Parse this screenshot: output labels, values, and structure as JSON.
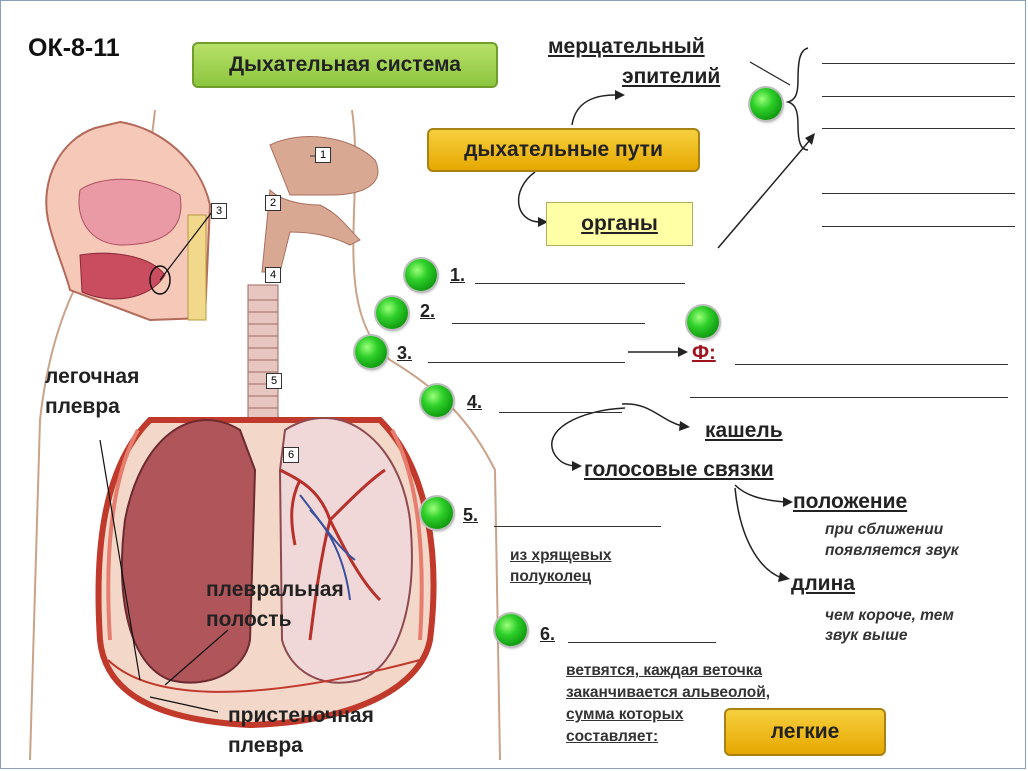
{
  "title": "ОК-8-11",
  "topic": "Дыхательная система",
  "epithelium_label": [
    "мерцательный",
    "эпителий"
  ],
  "airways_box": "дыхательные пути",
  "organs_box": "органы",
  "lungs_box": "легкие",
  "items": [
    {
      "num": "1."
    },
    {
      "num": "2."
    },
    {
      "num": "3."
    },
    {
      "num": "4."
    },
    {
      "num": "5."
    },
    {
      "num": "6."
    }
  ],
  "function_label": "Ф:",
  "cough": "кашель",
  "vocal_cords": "голосовые связки",
  "position": "положение",
  "position_note": [
    "при сближении",
    "появляется звук"
  ],
  "length": "длина",
  "length_note": [
    "чем короче, тем",
    "звук выше"
  ],
  "trachea_note": [
    "из хрящевых",
    "полуколец"
  ],
  "bronchi_note": [
    "ветвятся, каждая веточка",
    "заканчивается альвеолой,",
    "сумма которых",
    "составляет:"
  ],
  "pulmonary_pleura": [
    "легочная",
    "плевра"
  ],
  "pleural_cavity": [
    "плевральная",
    "полость"
  ],
  "parietal_pleura": [
    "пристеночная",
    "плевра"
  ],
  "figure_tags": [
    "1",
    "2",
    "3",
    "4",
    "5",
    "6"
  ],
  "colors": {
    "green": "#8cc63f",
    "gold": "#f0b81a",
    "pale_yellow": "#ffffa6",
    "accent_red": "#a0141e",
    "dot_green": "#22c022"
  }
}
